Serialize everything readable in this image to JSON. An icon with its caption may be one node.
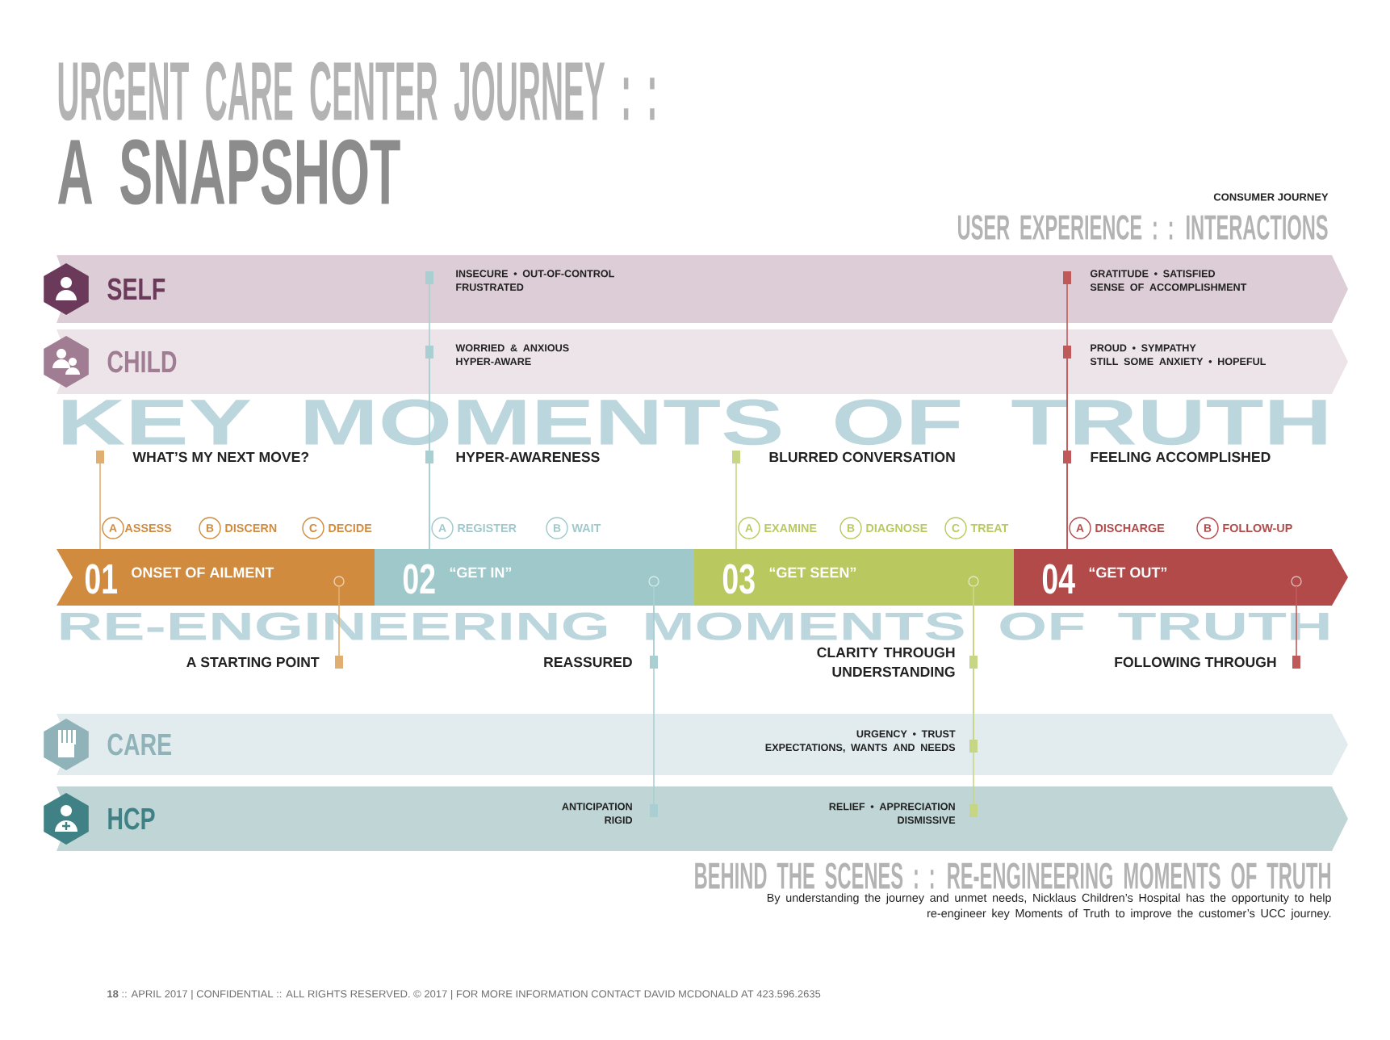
{
  "diagram": {
    "title": "URGENT CARE CENTER JOURNEY : :",
    "nodes": [
      {
        "text": [
          "SELF",
          "INSECURE • OUT-OF-CONTROL FRUSTRATED",
          "GRATITUDE • SATISFIED SENSE OF ACCOMPLISHMENT"
        ]
      },
      {
        "text": [
          "CHILD",
          "WORRIED & ANXIOUS HYPER-AWARE",
          "PROUD • SYMPATHY STILL SOME ANXIETY • HOPEFUL"
        ]
      },
      {
        "text": [
          "WHAT’S MY NEXT MOVE?"
        ]
      },
      {
        "text": [
          "HYPER-AWARENESS"
        ]
      },
      {
        "text": [
          "BLURRED CONVERSATION"
        ]
      },
      {
        "text": [
          "FEELING ACCOMPLISHED"
        ]
      },
      {
        "text": [
          "01",
          "ONSET OF AILMENT"
        ]
      },
      {
        "text": [
          "02",
          "“GET IN”"
        ]
      },
      {
        "text": [
          "03",
          "“GET SEEN”"
        ]
      },
      {
        "text": [
          "04",
          "“GET OUT”"
        ]
      },
      {
        "text": [
          "A STARTING POINT"
        ]
      },
      {
        "text": [
          "REASSURED"
        ]
      },
      {
        "text": [
          "CLARITY THROUGH UNDERSTANDING"
        ]
      },
      {
        "text": [
          "FOLLOWING THROUGH"
        ]
      },
      {
        "text": [
          "CARE",
          "URGENCY • TRUST EXPECTATIONS, WANTS AND NEEDS"
        ]
      },
      {
        "text": [
          "HCP",
          "ANTICIPATION RIGID",
          "RELIEF • APPRECIATION DISMISSIVE"
        ]
      }
    ],
    "edges": [
      {
        "from": 6,
        "to": 2,
        "arrow": "other",
        "color": "#e0ae70"
      },
      {
        "from": 7,
        "to": 3,
        "arrow": "other",
        "color": "#a9cfd2"
      },
      {
        "from": 7,
        "to": 1,
        "arrow": "other",
        "color": "#a9cfd2"
      },
      {
        "from": 7,
        "to": 0,
        "arrow": "other",
        "color": "#a9cfd2"
      },
      {
        "from": 8,
        "to": 4,
        "arrow": "other",
        "color": "#c6d685"
      },
      {
        "from": 9,
        "to": 5,
        "arrow": "other",
        "color": "#c05a5a"
      },
      {
        "from": 9,
        "to": 1,
        "arrow": "other",
        "color": "#c05a5a"
      },
      {
        "from": 9,
        "to": 0,
        "arrow": "other",
        "color": "#c05a5a"
      },
      {
        "from": 6,
        "to": 10,
        "arrow": "other",
        "color": "#e0ae70"
      },
      {
        "from": 7,
        "to": 11,
        "arrow": "other",
        "color": "#a9cfd2"
      },
      {
        "from": 7,
        "to": 15,
        "arrow": "other",
        "color": "#a9cfd2"
      },
      {
        "from": 8,
        "to": 12,
        "arrow": "other",
        "color": "#c6d685"
      },
      {
        "from": 8,
        "to": 14,
        "arrow": "other",
        "color": "#c6d685"
      },
      {
        "from": 8,
        "to": 15,
        "arrow": "other",
        "color": "#c6d685"
      },
      {
        "from": 9,
        "to": 13,
        "arrow": "other",
        "color": "#c05a5a"
      }
    ],
    "labels": [
      "A SNAPSHOT",
      "CONSUMER JOURNEY",
      "USER EXPERIENCE : : INTERACTIONS",
      "KEY MOMENTS OF TRUTH",
      "A",
      "ASSESS",
      "B",
      "DISCERN",
      "C",
      "DECIDE",
      "A",
      "REGISTER",
      "B",
      "WAIT",
      "A",
      "EXAMINE",
      "B",
      "DIAGNOSE",
      "C",
      "TREAT",
      "A",
      "DISCHARGE",
      "B",
      "FOLLOW-UP",
      "RE-ENGINEERING MOMENTS OF TRUTH",
      "BEHIND THE SCENES : : RE-ENGINEERING MOMENTS OF TRUTH",
      "By understanding the journey and unmet needs, Nicklaus Children’s Hospital has the opportunity to help re-engineer key Moments of Truth to improve the customer’s UCC journey.",
      "**18** :: APRIL 2017 | CONFIDENTIAL :: ALL RIGHTS RESERVED. © 2017 | FOR MORE INFORMATION CONTACT DAVID MCDONALD AT 423.596.2635"
    ]
  }
}
